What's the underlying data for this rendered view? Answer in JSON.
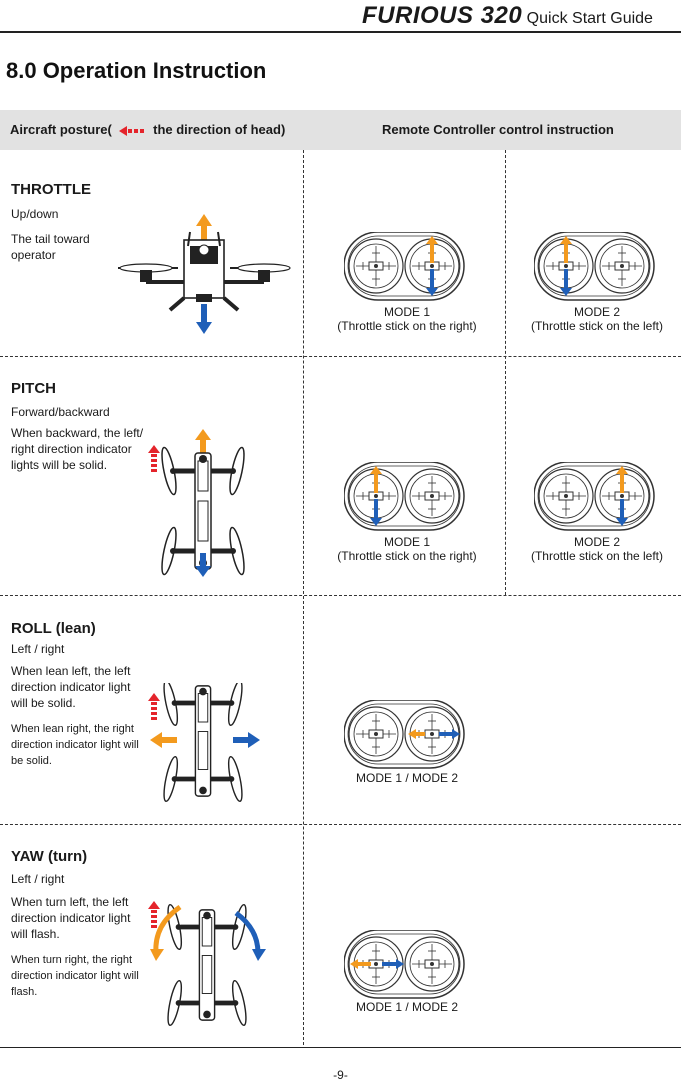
{
  "header": {
    "brand": "FURIOUS 320",
    "subtitle": "Quick Start Guide"
  },
  "page_title": "8.0 Operation Instruction",
  "table_header": {
    "left_prefix": "Aircraft posture(",
    "left_suffix": "the direction of head)",
    "right": "Remote Controller control instruction"
  },
  "sections": {
    "throttle": {
      "title": "THROTTLE",
      "subtitle": "Up/down",
      "desc1": "The tail toward operator",
      "mode_a": {
        "line1": "MODE 1",
        "line2": "(Throttle stick on the right)"
      },
      "mode_b": {
        "line1": "MODE 2",
        "line2": "(Throttle stick on the left)"
      }
    },
    "pitch": {
      "title": "PITCH",
      "subtitle": "Forward/backward",
      "desc1": "When backward, the left/ right direction indicator lights will be solid.",
      "mode_a": {
        "line1": "MODE 1",
        "line2": "(Throttle stick on the right)"
      },
      "mode_b": {
        "line1": "MODE 2",
        "line2": "(Throttle stick on the left)"
      }
    },
    "roll": {
      "title": "ROLL (lean)",
      "subtitle": "Left / right",
      "desc1": "When lean left, the left direction indicator light will be solid.",
      "desc2": "When lean right, the right direction indicator light will be solid.",
      "mode": "MODE 1 / MODE 2"
    },
    "yaw": {
      "title": "YAW (turn)",
      "subtitle": "Left / right",
      "desc1": "When turn left, the left direction indicator light will flash.",
      "desc2": "When turn right, the right direction indicator light will flash.",
      "mode": "MODE 1 / MODE 2"
    }
  },
  "page_number": "-9-",
  "colors": {
    "orange": "#f39a1e",
    "blue": "#1f5fb8",
    "red": "#e4242b",
    "header_bg": "#e2e2e2"
  }
}
